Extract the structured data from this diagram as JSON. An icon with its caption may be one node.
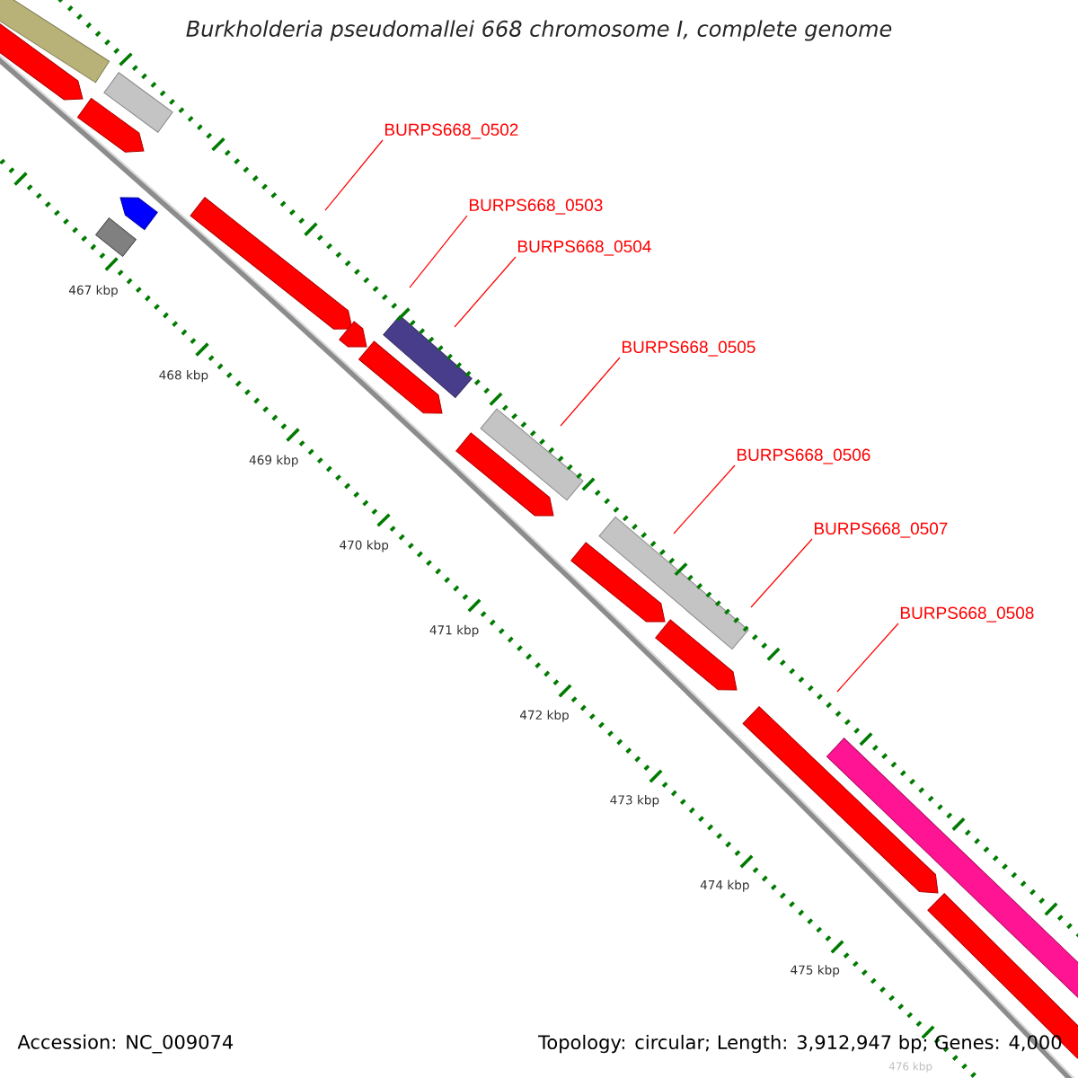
{
  "diagram": {
    "title": "Burkholderia pseudomallei 668 chromosome I, complete genome",
    "nodes": [
      {
        "text": [
          "BURPS668_0502"
        ]
      },
      {
        "text": [
          "BURPS668_0503"
        ]
      },
      {
        "text": [
          "BURPS668_0504"
        ]
      },
      {
        "text": [
          "BURPS668_0505"
        ]
      },
      {
        "text": [
          "BURPS668_0506"
        ]
      },
      {
        "text": [
          "BURPS668_0507"
        ]
      },
      {
        "text": [
          "BURPS668_0508"
        ]
      }
    ],
    "edges": [
      {
        "from": 0,
        "to": null,
        "arrow": "none"
      },
      {
        "from": 1,
        "to": null,
        "arrow": "none"
      },
      {
        "from": 2,
        "to": null,
        "arrow": "none"
      },
      {
        "from": 3,
        "to": null,
        "arrow": "none"
      },
      {
        "from": 4,
        "to": null,
        "arrow": "none"
      },
      {
        "from": 5,
        "to": null,
        "arrow": "none"
      },
      {
        "from": 6,
        "to": null,
        "arrow": "none"
      }
    ],
    "labels": [
      "467 kbp",
      "468 kbp",
      "469 kbp",
      "470 kbp",
      "471 kbp",
      "472 kbp",
      "473 kbp",
      "474 kbp",
      "475 kbp",
      "476 kbp",
      "Accession: NC_009074",
      "Topology: circular; Length: 3,912,947 bp; Genes: 4,000"
    ]
  }
}
